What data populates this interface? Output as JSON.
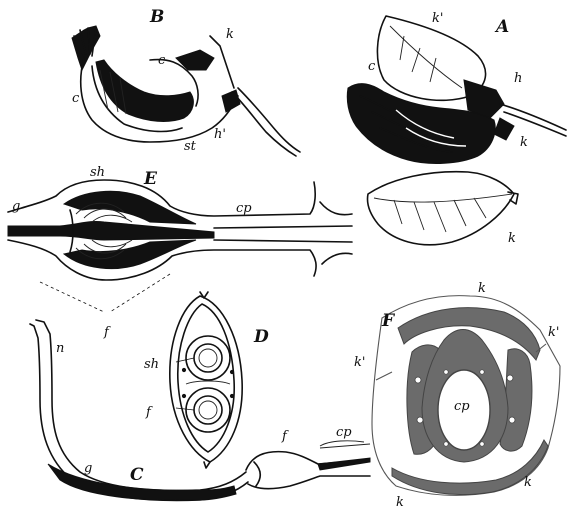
{
  "figure_labels": {
    "A": "A",
    "B": "B",
    "C": "C",
    "D": "D",
    "E": "E",
    "F": "F"
  },
  "part_labels": {
    "k": "k",
    "k_prime": "k'",
    "c": "c",
    "h": "h",
    "h_prime": "h'",
    "st": "st",
    "sh": "sh",
    "g": "g",
    "cp": "cp",
    "f": "f",
    "n": "n"
  },
  "colors": {
    "ink": "#111111",
    "grey": "#6b6b6b",
    "background": "#ffffff"
  }
}
